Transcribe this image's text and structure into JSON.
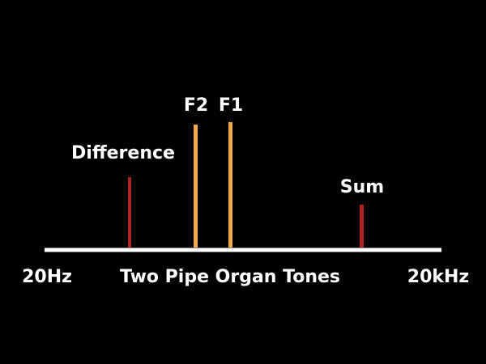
{
  "diagram": {
    "caption": "Two Pipe Organ Tones",
    "axis": {
      "start_label": "20Hz",
      "end_label": "20kHz",
      "color": "#ffffff"
    },
    "lines": [
      {
        "key": "difference",
        "label": "Difference",
        "relative_height": 0.56,
        "color": "#b22222"
      },
      {
        "key": "f2",
        "label": "F2",
        "relative_height": 0.98,
        "color": "#f5a947"
      },
      {
        "key": "f1",
        "label": "F1",
        "relative_height": 1.0,
        "color": "#f5a947"
      },
      {
        "key": "sum",
        "label": "Sum",
        "relative_height": 0.34,
        "color": "#b22222"
      }
    ]
  }
}
